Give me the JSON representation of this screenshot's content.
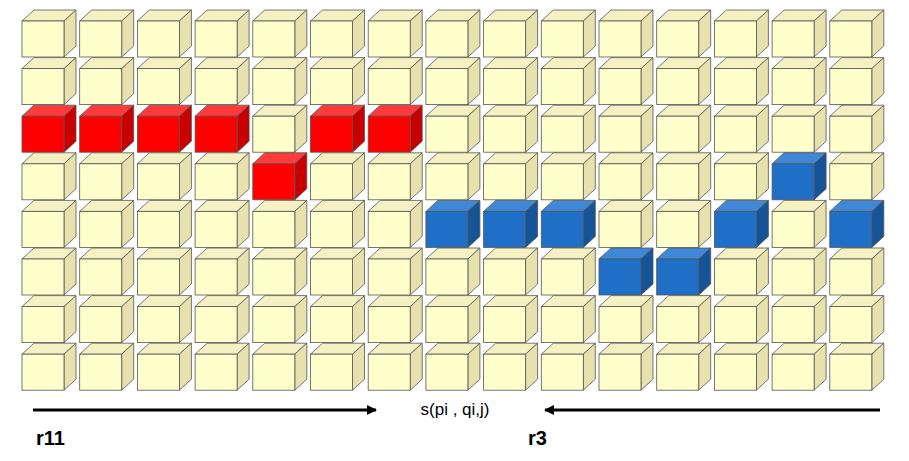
{
  "diagram": {
    "labels": [
      "s(pi , qi,j)",
      "r11",
      "r3"
    ]
  }
}
